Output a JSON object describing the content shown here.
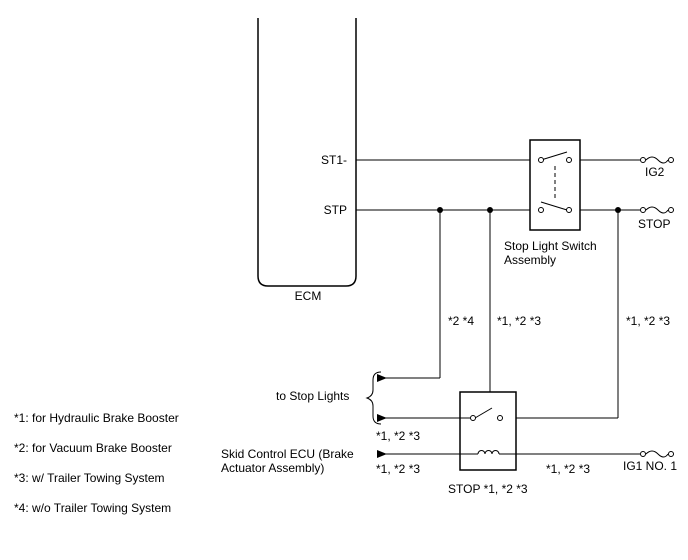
{
  "ecm": {
    "label": "ECM",
    "pin_st1": "ST1-",
    "pin_stp": "STP"
  },
  "stop_light_switch": {
    "label_line1": "Stop Light Switch",
    "label_line2": "Assembly"
  },
  "fuses": {
    "ig2": "IG2",
    "stop": "STOP",
    "ig1": "IG1 NO. 1"
  },
  "branch_notes": {
    "left": "*2 *4",
    "middle": "*1, *2 *3",
    "right": "*1, *2 *3"
  },
  "stop_lights": {
    "label": "to Stop Lights"
  },
  "relay": {
    "label": "STOP *1, *2 *3",
    "note_upper_left": "*1, *2 *3",
    "note_lower_left": "*1, *2 *3",
    "note_lower_right": "*1, *2 *3"
  },
  "skid_control": {
    "line1": "Skid Control ECU (Brake",
    "line2": "Actuator Assembly)"
  },
  "legend": [
    "*1: for Hydraulic Brake Booster",
    "*2: for Vacuum Brake Booster",
    "*3: w/ Trailer Towing System",
    "*4: w/o Trailer Towing System"
  ]
}
